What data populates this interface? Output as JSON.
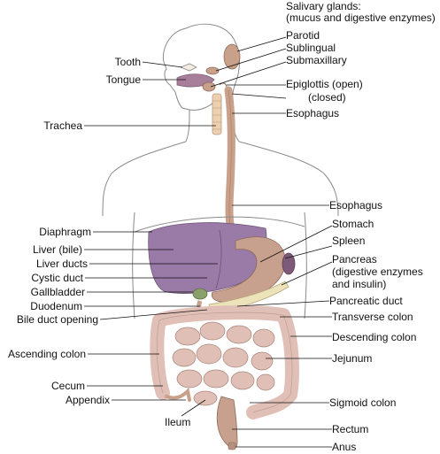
{
  "labels": {
    "salivary_glands": "Salivary glands:",
    "salivary_glands_note": "(mucus and digestive enzymes)",
    "parotid": "Parotid",
    "sublingual": "Sublingual",
    "submaxillary": "Submaxillary",
    "tooth": "Tooth",
    "tongue": "Tongue",
    "epiglottis_open": "Epiglottis (open)",
    "epiglottis_closed": "(closed)",
    "esophagus_upper": "Esophagus",
    "trachea": "Trachea",
    "esophagus_lower": "Esophagus",
    "diaphragm": "Diaphragm",
    "stomach": "Stomach",
    "liver": "Liver (bile)",
    "spleen": "Spleen",
    "liver_ducts": "Liver ducts",
    "pancreas": "Pancreas",
    "pancreas_note_1": "(digestive enzymes",
    "pancreas_note_2": "and insulin)",
    "cystic_duct": "Cystic duct",
    "gallbladder": "Gallbladder",
    "pancreatic_duct": "Pancreatic duct",
    "duodenum": "Duodenum",
    "bile_duct_opening": "Bile duct opening",
    "transverse_colon": "Transverse colon",
    "ascending_colon": "Ascending colon",
    "descending_colon": "Descending colon",
    "jejunum": "Jejunum",
    "cecum": "Cecum",
    "appendix": "Appendix",
    "sigmoid_colon": "Sigmoid colon",
    "ileum": "Ileum",
    "rectum": "Rectum",
    "anus": "Anus"
  },
  "colors": {
    "outline": "#8a8a8a",
    "leader": "#111111",
    "liver": "#9a7aa6",
    "stomach": "#c7a08e",
    "tube": "#c9a089",
    "intestine": "#e0c0b6",
    "pancreas": "#ece3bb",
    "trachea": "#ecd0b0"
  }
}
